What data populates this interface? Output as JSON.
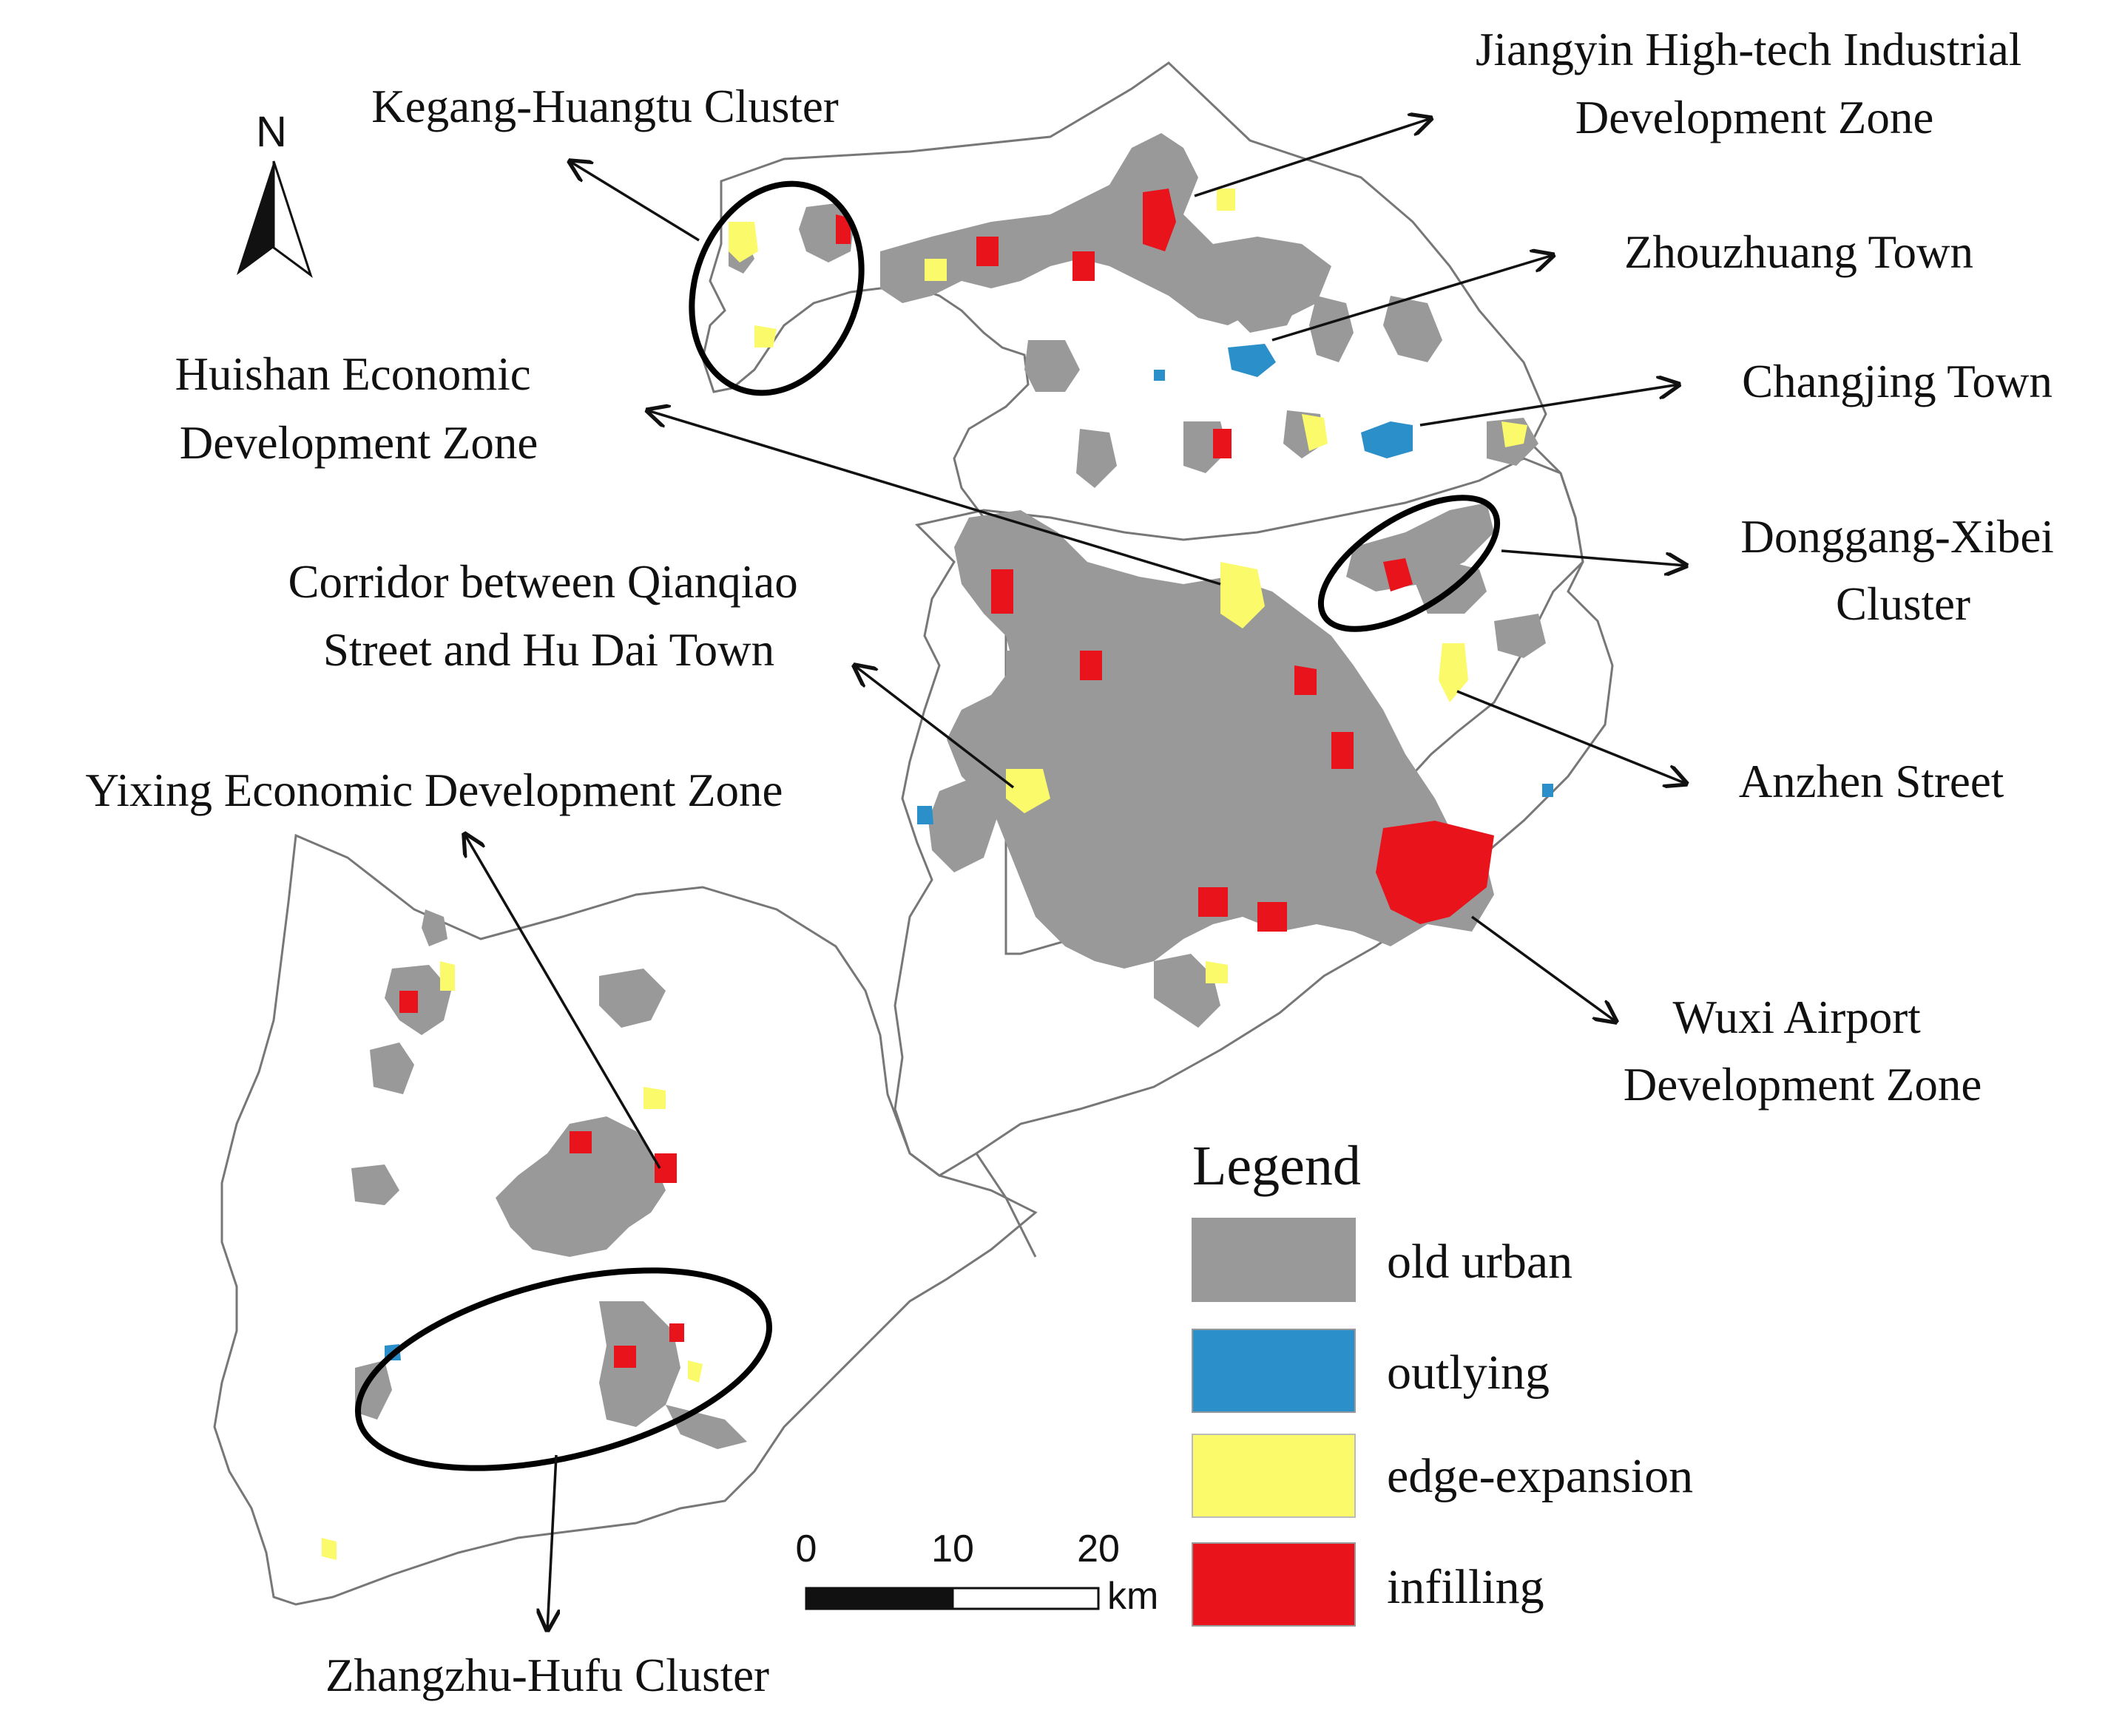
{
  "north_label": "N",
  "annotations": [
    {
      "id": "jiangyin",
      "lines": [
        "Jiangyin High-tech Industrial",
        "Development Zone"
      ]
    },
    {
      "id": "kegang",
      "lines": [
        "Kegang-Huangtu Cluster"
      ]
    },
    {
      "id": "zhouzhuang",
      "lines": [
        "Zhouzhuang Town"
      ]
    },
    {
      "id": "huishan",
      "lines": [
        "Huishan Economic",
        "Development Zone"
      ]
    },
    {
      "id": "changjing",
      "lines": [
        "Changjing Town"
      ]
    },
    {
      "id": "donggang",
      "lines": [
        "Donggang-Xibei",
        "Cluster"
      ]
    },
    {
      "id": "corridor",
      "lines": [
        "Corridor between Qianqiao",
        "Street and Hu Dai Town"
      ]
    },
    {
      "id": "anzhen",
      "lines": [
        "Anzhen Street"
      ]
    },
    {
      "id": "yixing",
      "lines": [
        "Yixing Economic Development Zone"
      ]
    },
    {
      "id": "wuxi",
      "lines": [
        "Wuxi Airport",
        "Development Zone"
      ]
    },
    {
      "id": "zhangzhu",
      "lines": [
        "Zhangzhu-Hufu Cluster"
      ]
    }
  ],
  "legend": {
    "title": "Legend",
    "items": [
      {
        "label": "old urban",
        "color": "#999999"
      },
      {
        "label": "outlying",
        "color": "#2b8fca"
      },
      {
        "label": "edge-expansion",
        "color": "#fafa6a"
      },
      {
        "label": "infilling",
        "color": "#e8131b"
      }
    ]
  },
  "scale_bar": {
    "ticks": [
      "0",
      "10",
      "20"
    ],
    "unit": "km"
  }
}
